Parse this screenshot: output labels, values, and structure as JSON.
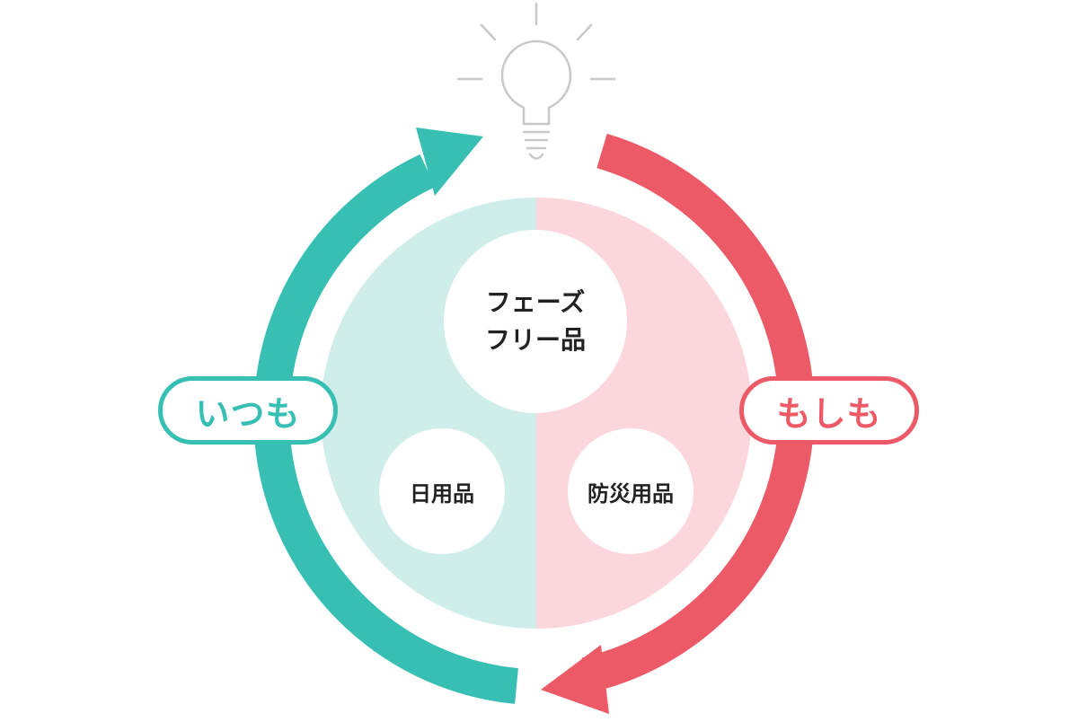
{
  "labels": {
    "left_cycle": "いつも",
    "right_cycle": "もしも"
  },
  "bubbles": {
    "top_line1": "フェーズ",
    "top_line2": "フリー品",
    "left": "日用品",
    "right": "防災用品"
  },
  "icons": {
    "top": "lightbulb-icon"
  },
  "colors": {
    "teal": "#38bfb4",
    "teal_light": "#cfeee9",
    "red": "#ec5a68",
    "red_light": "#fbd6dc",
    "bulb_gray": "#c8c8c8"
  }
}
